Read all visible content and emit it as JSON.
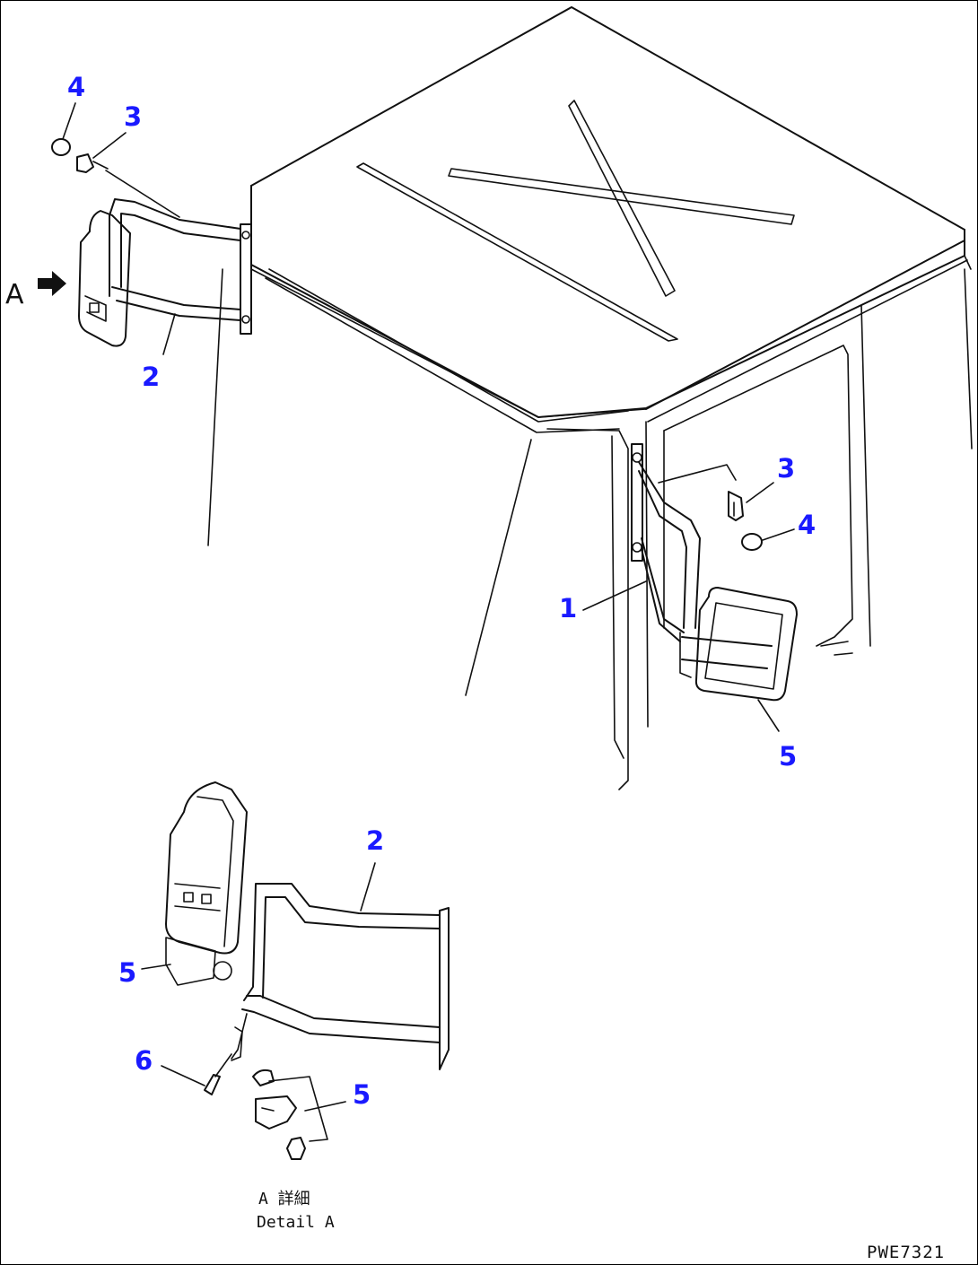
{
  "callouts": {
    "top_left_washer": "4",
    "top_left_bolt": "3",
    "top_left_bracket": "2",
    "right_bolt": "3",
    "right_washer": "4",
    "right_stay": "1",
    "right_mirror": "5",
    "detail_bracket": "2",
    "detail_mirror": "5",
    "detail_pin": "6",
    "detail_clamp": "5"
  },
  "view_marker": "A",
  "detail_caption": {
    "japanese": "A 詳細",
    "english": "Detail A"
  },
  "drawing_code": "PWE7321"
}
